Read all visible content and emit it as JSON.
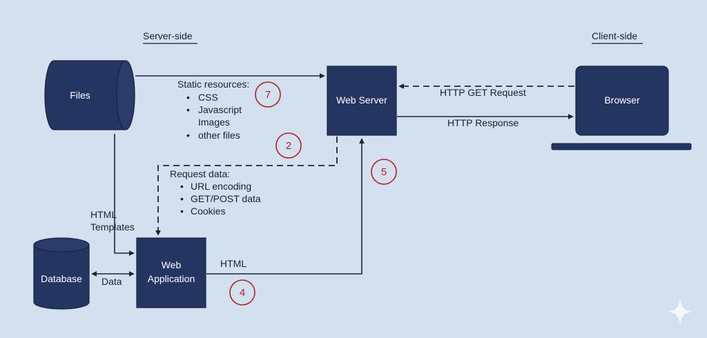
{
  "colors": {
    "background": "#d3e0ef",
    "node_fill": "#253561",
    "step_marker": "#b02020",
    "line": "#1d2435"
  },
  "sections": {
    "server_side": "Server-side",
    "client_side": "Client-side"
  },
  "nodes": {
    "files": "Files",
    "web_server": "Web Server",
    "browser": "Browser",
    "database": "Database",
    "web_application_line1": "Web",
    "web_application_line2": "Application"
  },
  "edges": {
    "http_get_request": "HTTP GET Request",
    "http_response": "HTTP Response",
    "html_templates_line1": "HTML",
    "html_templates_line2": "Templates",
    "data": "Data",
    "html": "HTML"
  },
  "static_resources": {
    "title": "Static resources:",
    "items": [
      "CSS",
      "Javascript",
      "Images",
      "other files"
    ],
    "bullet": "•"
  },
  "request_data": {
    "title": "Request data:",
    "items": [
      "URL encoding",
      "GET/POST data",
      "Cookies"
    ],
    "bullet": "•"
  },
  "steps": {
    "static": "7",
    "request": "2",
    "response": "5",
    "html": "4"
  },
  "icons": {
    "corner": "sparkle-icon"
  }
}
